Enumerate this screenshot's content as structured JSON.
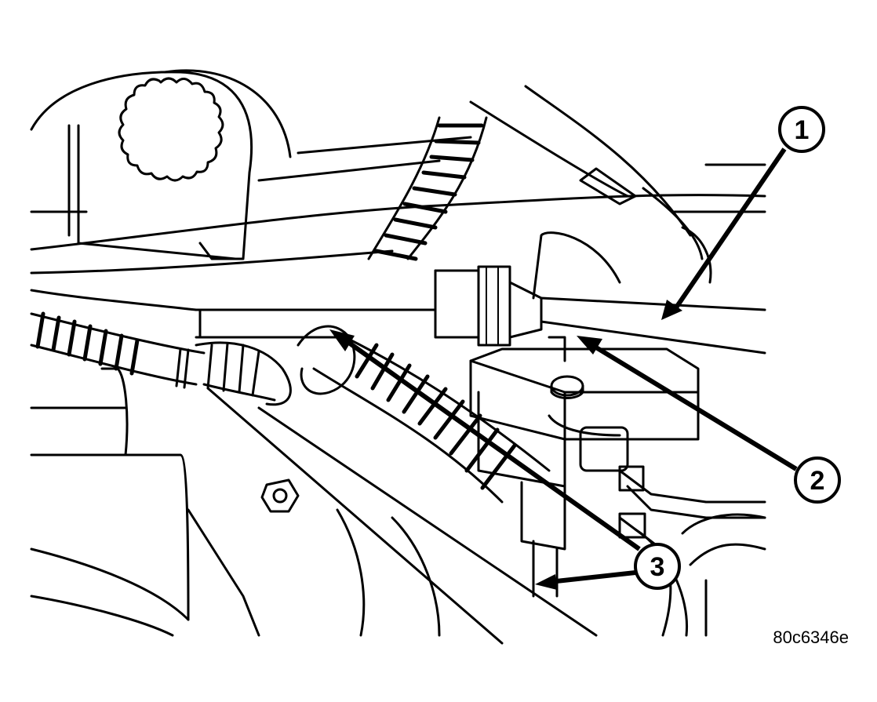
{
  "figure": {
    "id": "80c6346e"
  },
  "callouts": [
    {
      "label": "1"
    },
    {
      "label": "2"
    },
    {
      "label": "3"
    }
  ]
}
